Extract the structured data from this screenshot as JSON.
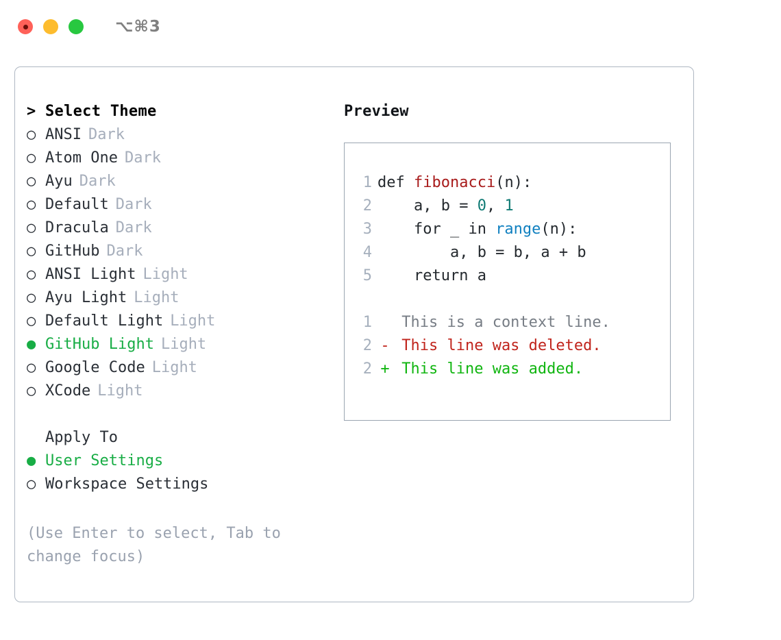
{
  "titlebar": {
    "shortcut": "⌥⌘3",
    "buttons": [
      {
        "name": "close",
        "color": "#ff6159"
      },
      {
        "name": "minimize",
        "color": "#fdbc2e"
      },
      {
        "name": "maximize",
        "color": "#28c840"
      }
    ]
  },
  "theme_picker": {
    "header_marker": ">",
    "header": "Select Theme",
    "unselected_marker": "○",
    "selected_marker": "●",
    "items": [
      {
        "label": "ANSI",
        "badge": "Dark",
        "selected": false
      },
      {
        "label": "Atom One",
        "badge": "Dark",
        "selected": false
      },
      {
        "label": "Ayu",
        "badge": "Dark",
        "selected": false
      },
      {
        "label": "Default",
        "badge": "Dark",
        "selected": false
      },
      {
        "label": "Dracula",
        "badge": "Dark",
        "selected": false
      },
      {
        "label": "GitHub",
        "badge": "Dark",
        "selected": false
      },
      {
        "label": "ANSI Light",
        "badge": "Light",
        "selected": false
      },
      {
        "label": "Ayu Light",
        "badge": "Light",
        "selected": false
      },
      {
        "label": "Default Light",
        "badge": "Light",
        "selected": false
      },
      {
        "label": "GitHub Light",
        "badge": "Light",
        "selected": true
      },
      {
        "label": "Google Code",
        "badge": "Light",
        "selected": false
      },
      {
        "label": "XCode",
        "badge": "Light",
        "selected": false
      }
    ]
  },
  "apply_to": {
    "header": "Apply To",
    "unselected_marker": "○",
    "selected_marker": "●",
    "items": [
      {
        "label": "User Settings",
        "selected": true
      },
      {
        "label": "Workspace Settings",
        "selected": false
      }
    ]
  },
  "hint": "(Use Enter to select, Tab to change focus)",
  "preview": {
    "title": "Preview",
    "code_lines": [
      {
        "number": "1",
        "tokens": [
          {
            "text": "def ",
            "kind": "plain"
          },
          {
            "text": "fibonacci",
            "kind": "fn"
          },
          {
            "text": "(n):",
            "kind": "plain"
          }
        ]
      },
      {
        "number": "2",
        "tokens": [
          {
            "text": "    a, b = ",
            "kind": "plain"
          },
          {
            "text": "0",
            "kind": "num"
          },
          {
            "text": ", ",
            "kind": "plain"
          },
          {
            "text": "1",
            "kind": "num"
          }
        ]
      },
      {
        "number": "3",
        "tokens": [
          {
            "text": "    for _ in ",
            "kind": "plain"
          },
          {
            "text": "range",
            "kind": "call"
          },
          {
            "text": "(n):",
            "kind": "plain"
          }
        ]
      },
      {
        "number": "4",
        "tokens": [
          {
            "text": "        a, b = b, a + b",
            "kind": "plain"
          }
        ]
      },
      {
        "number": "5",
        "tokens": [
          {
            "text": "    return a",
            "kind": "plain"
          }
        ]
      }
    ],
    "diff_lines": [
      {
        "number": "1",
        "marker": " ",
        "text": "This is a context line.",
        "kind": "context"
      },
      {
        "number": "2",
        "marker": "-",
        "text": "This line was deleted.",
        "kind": "del"
      },
      {
        "number": "2",
        "marker": "+",
        "text": "This line was added.",
        "kind": "add"
      }
    ]
  },
  "colors": {
    "accent_green": "#18ad45",
    "badge_gray": "#a6aebb",
    "hint_gray": "#9aa2af",
    "panel_border": "#aeb7c2",
    "preview_border": "#9aa5b1",
    "lineno": "#a6b0bd",
    "fn_red": "#a81b1b",
    "num_teal": "#0f7a74",
    "call_blue": "#1080c0",
    "diff_del_red": "#c0241c",
    "diff_add_green": "#10b510",
    "diff_context_gray": "#777d85"
  }
}
